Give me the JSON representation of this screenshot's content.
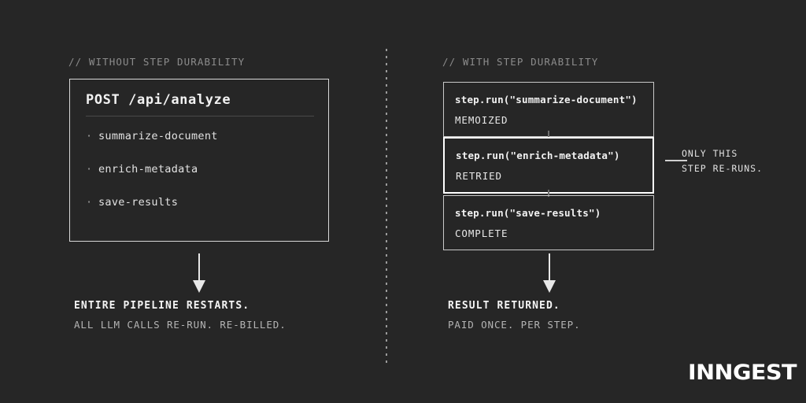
{
  "theme": {
    "background": "#262626",
    "text_primary": "#f2f2f2",
    "text_muted": "#8c8c8c",
    "border": "#d8d8d8",
    "highlight_border": "#ffffff"
  },
  "left_column": {
    "comment": "// WITHOUT STEP DURABILITY",
    "box": {
      "title": "POST /api/analyze",
      "items": [
        {
          "bullet": "·",
          "label": "summarize-document"
        },
        {
          "bullet": "·",
          "label": "enrich-metadata"
        },
        {
          "bullet": "·",
          "label": "save-results"
        }
      ]
    },
    "caption": {
      "line_1": "ENTIRE PIPELINE RESTARTS.",
      "line_2": "ALL LLM CALLS RE-RUN. RE-BILLED."
    }
  },
  "right_column": {
    "comment": "// WITH STEP DURABILITY",
    "steps": [
      {
        "call": "step.run(\"summarize-document\")",
        "status": "MEMOIZED",
        "highlighted": false
      },
      {
        "call": "step.run(\"enrich-metadata\")",
        "status": "RETRIED",
        "highlighted": true
      },
      {
        "call": "step.run(\"save-results\")",
        "status": "COMPLETE",
        "highlighted": false
      }
    ],
    "callout": {
      "line_1": "ONLY THIS",
      "line_2": "STEP RE-RUNS."
    },
    "caption": {
      "line_1": "RESULT RETURNED.",
      "line_2": "PAID ONCE. PER STEP."
    }
  },
  "logo": {
    "text": "INNGEST"
  }
}
